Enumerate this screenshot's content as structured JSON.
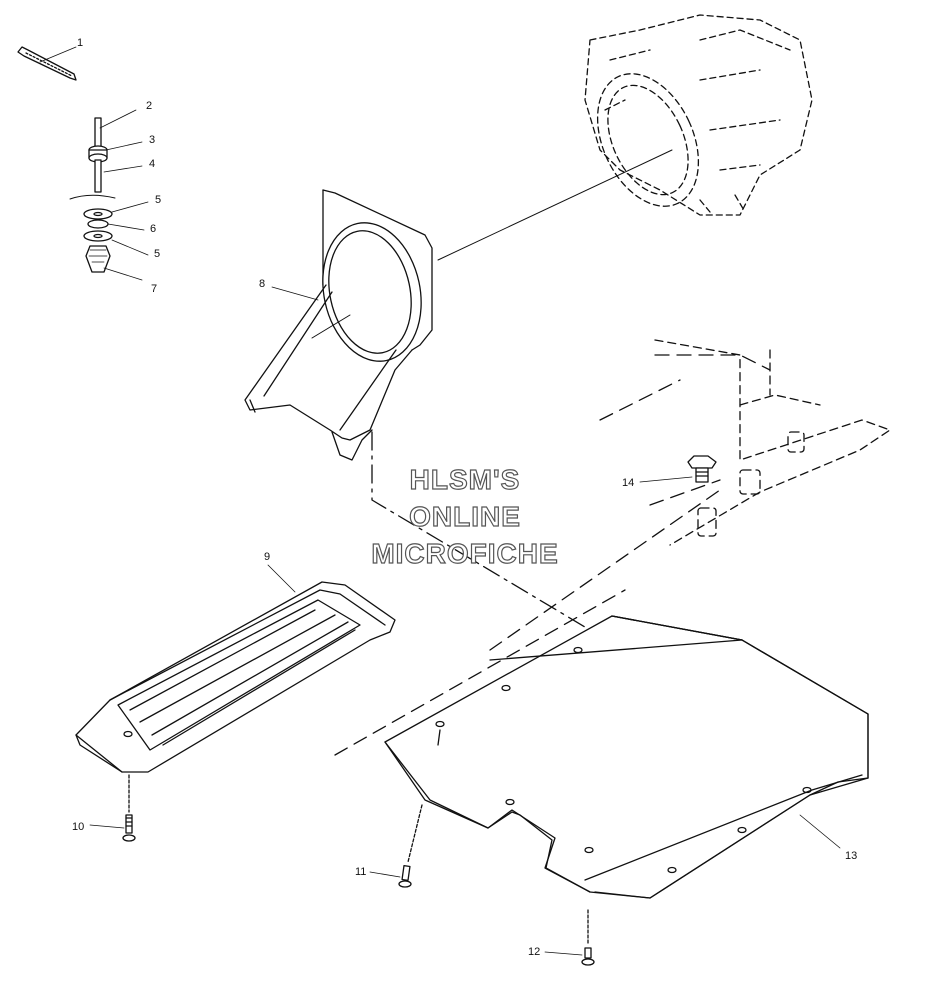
{
  "callouts": [
    {
      "id": "1",
      "label": "1"
    },
    {
      "id": "2",
      "label": "2"
    },
    {
      "id": "3",
      "label": "3"
    },
    {
      "id": "4",
      "label": "4"
    },
    {
      "id": "5a",
      "label": "5"
    },
    {
      "id": "6",
      "label": "6"
    },
    {
      "id": "5b",
      "label": "5"
    },
    {
      "id": "7",
      "label": "7"
    },
    {
      "id": "8",
      "label": "8"
    },
    {
      "id": "9",
      "label": "9"
    },
    {
      "id": "10",
      "label": "10"
    },
    {
      "id": "11",
      "label": "11"
    },
    {
      "id": "12",
      "label": "12"
    },
    {
      "id": "13",
      "label": "13"
    },
    {
      "id": "14",
      "label": "14"
    }
  ],
  "watermark": {
    "line1": "HLSM'S",
    "line2": "ONLINE",
    "line3": "MICROFICHE"
  },
  "colors": {
    "ink": "#111111",
    "watermark_outline": "#555555",
    "background": "#ffffff"
  }
}
